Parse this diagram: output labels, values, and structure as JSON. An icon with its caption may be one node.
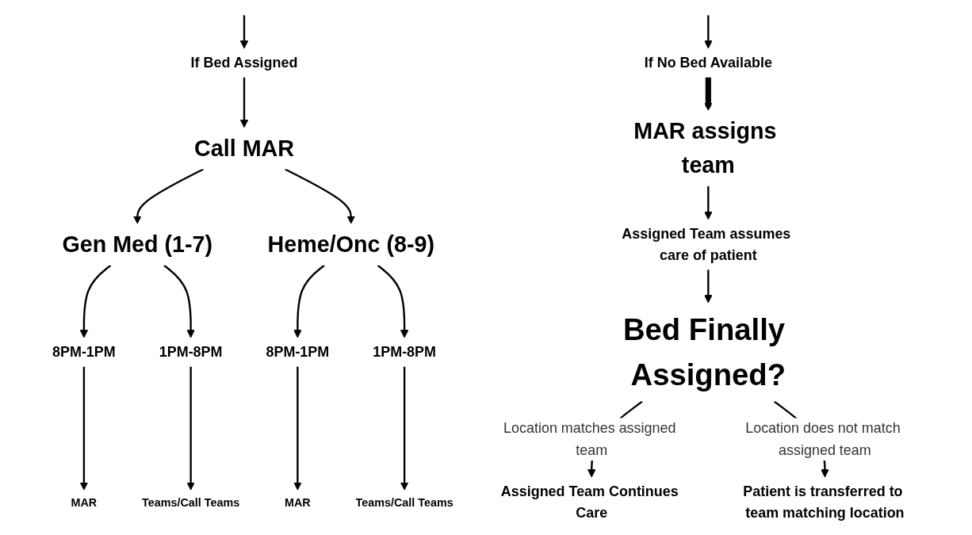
{
  "diagram": {
    "nodes": [
      {
        "text": [
          "If Bed Assigned"
        ]
      },
      {
        "text": [
          "If No Bed Available"
        ]
      },
      {
        "text": [
          "Call MAR"
        ]
      },
      {
        "text": [
          "Gen Med (1-7)"
        ]
      },
      {
        "text": [
          "Heme/Onc (8-9)"
        ]
      },
      {
        "text": [
          "MAR assigns team"
        ]
      },
      {
        "text": [
          "8PM-1PM"
        ]
      },
      {
        "text": [
          "1PM-8PM"
        ]
      },
      {
        "text": [
          "8PM-1PM"
        ]
      },
      {
        "text": [
          "1PM-8PM"
        ]
      },
      {
        "text": [
          "MAR"
        ]
      },
      {
        "text": [
          "Teams/Call Teams"
        ]
      },
      {
        "text": [
          "MAR"
        ]
      },
      {
        "text": [
          "Teams/Call Teams"
        ]
      },
      {
        "text": [
          "Assigned Team assumes care of patient"
        ]
      },
      {
        "text": [
          "Bed Finally Assigned?"
        ]
      },
      {
        "text": [
          "Assigned Team Continues Care"
        ]
      },
      {
        "text": [
          "Patient is transferred to team matching location"
        ]
      }
    ],
    "edges": [
      {
        "from": null,
        "to": 0,
        "arrow": "to"
      },
      {
        "from": null,
        "to": 1,
        "arrow": "to"
      },
      {
        "from": 0,
        "to": 2,
        "arrow": "to"
      },
      {
        "from": 2,
        "to": 3,
        "arrow": "to"
      },
      {
        "from": 2,
        "to": 4,
        "arrow": "to"
      },
      {
        "from": 1,
        "to": 5,
        "arrow": "to",
        "style": "thick"
      },
      {
        "from": 3,
        "to": 6,
        "arrow": "to"
      },
      {
        "from": 3,
        "to": 7,
        "arrow": "to"
      },
      {
        "from": 4,
        "to": 8,
        "arrow": "to"
      },
      {
        "from": 4,
        "to": 9,
        "arrow": "to"
      },
      {
        "from": 6,
        "to": 10,
        "arrow": "to"
      },
      {
        "from": 7,
        "to": 11,
        "arrow": "to"
      },
      {
        "from": 8,
        "to": 12,
        "arrow": "to"
      },
      {
        "from": 9,
        "to": 13,
        "arrow": "to"
      },
      {
        "from": 5,
        "to": 14,
        "arrow": "to"
      },
      {
        "from": 14,
        "to": 15,
        "arrow": "to"
      },
      {
        "from": 15,
        "to": 16,
        "arrow": "to",
        "label": "Location matches assigned team"
      },
      {
        "from": 15,
        "to": 17,
        "arrow": "to",
        "label": "Location does not match assigned team"
      }
    ]
  }
}
